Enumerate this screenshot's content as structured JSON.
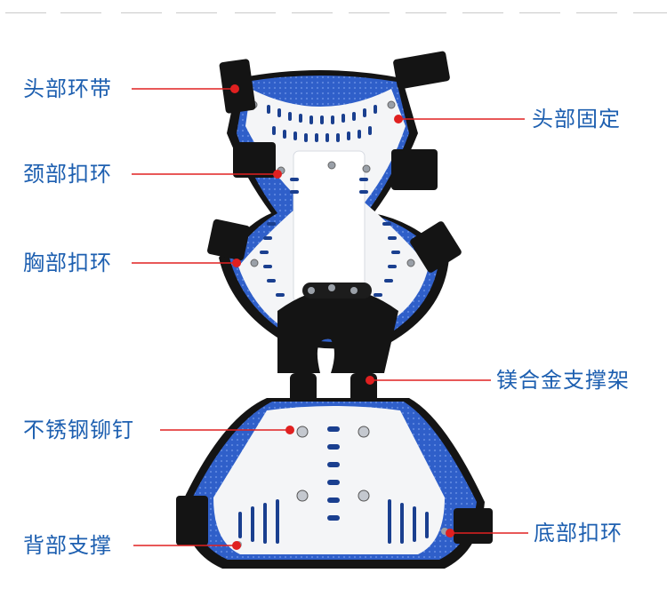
{
  "labels": {
    "head_strap": "头部环带",
    "neck_buckle": "颈部扣环",
    "chest_buckle": "胸部扣环",
    "rivet": "不锈钢铆钉",
    "back_support": "背部支撑",
    "head_fixation": "头部固定",
    "alloy_frame": "镁合金支撑架",
    "bottom_buckle": "底部扣环"
  },
  "colors": {
    "label_text": "#1d5fb0",
    "pointer_line": "#e02020",
    "pointer_dot": "#e02020",
    "shell_white": "#f4f5f7",
    "mesh_blue": "#2f5fc9",
    "strap_black": "#141414",
    "dash_gray": "#c9c9c9"
  }
}
